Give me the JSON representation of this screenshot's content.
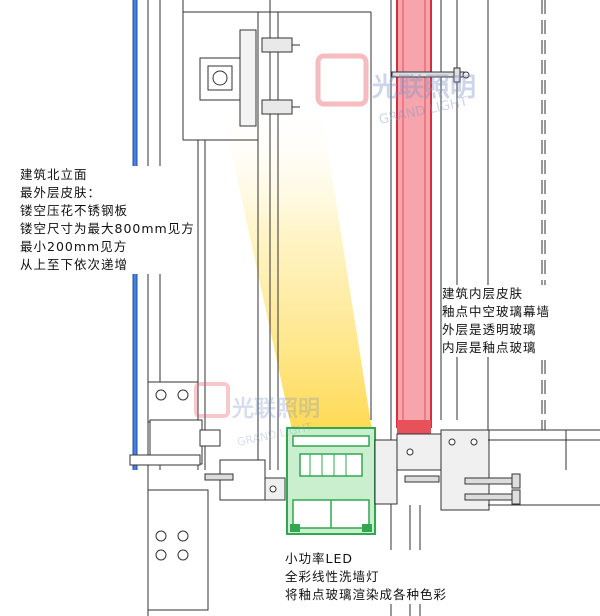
{
  "watermark": {
    "brand_cn": "光联照明",
    "brand_en": "GRAND LIGHT"
  },
  "notes": {
    "outer_skin": {
      "lines": [
        "建筑北立面",
        "最外层皮肤：",
        "镂空压花不锈钢板",
        "镂空尺寸为最大800mm见方",
        "最小200mm见方",
        "从上至下依次递增"
      ]
    },
    "inner_skin": {
      "lines": [
        "建筑内层皮肤",
        "釉点中空玻璃幕墙",
        "外层是透明玻璃",
        "内层是釉点玻璃"
      ]
    },
    "led": {
      "lines": [
        "小功率LED",
        "全彩线性洗墙灯",
        "将釉点玻璃渲染成各种色彩"
      ]
    }
  },
  "colors": {
    "outer_skin_panel": "#4a7fd6",
    "glass_panel": "#e8505a",
    "glass_fill": "#f6a5ad",
    "led_fixture": "#2fa84f",
    "led_fixture_fill": "#c9efcf",
    "light_beam": "#ffe78a",
    "structure_line": "#333333"
  }
}
